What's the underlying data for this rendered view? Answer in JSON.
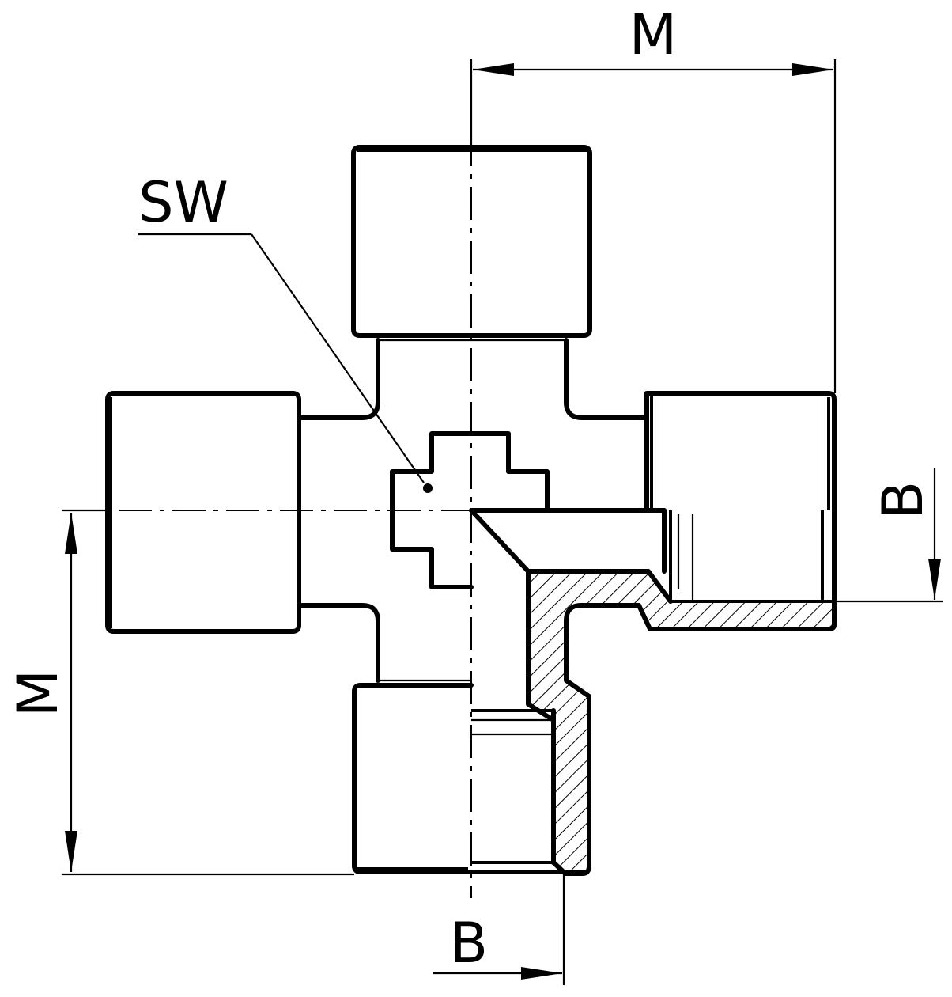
{
  "drawing": {
    "labels": {
      "m_top": "M",
      "m_left": "M",
      "b_right": "B",
      "b_bottom": "B",
      "sw": "SW"
    }
  }
}
